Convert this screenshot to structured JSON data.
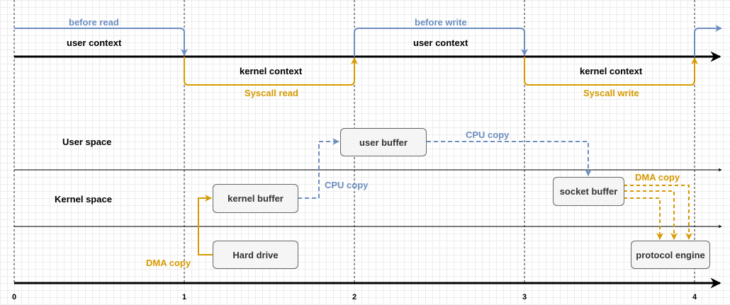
{
  "colors": {
    "context_flow": "#6c8ebf",
    "syscall_flow": "#d79b00",
    "box_fill": "#f5f5f5",
    "box_border": "#666666"
  },
  "timeline": {
    "before_read": "before read",
    "user_context_1": "user context",
    "before_write": "before write",
    "user_context_2": "user context",
    "kernel_context_1": "kernel context",
    "syscall_read": "Syscall read",
    "kernel_context_2": "kernel context",
    "syscall_write": "Syscall write"
  },
  "regions": {
    "user_space": "User space",
    "kernel_space": "Kernel space"
  },
  "boxes": {
    "user_buffer": "user buffer",
    "kernel_buffer": "kernel buffer",
    "hard_drive": "Hard drive",
    "socket_buffer": "socket buffer",
    "protocol_engine": "protocol engine"
  },
  "copy_labels": {
    "cpu_copy_1": "CPU copy",
    "cpu_copy_2": "CPU copy",
    "dma_copy_1": "DMA copy",
    "dma_copy_2": "DMA copy"
  },
  "axis_ticks": [
    "0",
    "1",
    "2",
    "3",
    "4"
  ]
}
